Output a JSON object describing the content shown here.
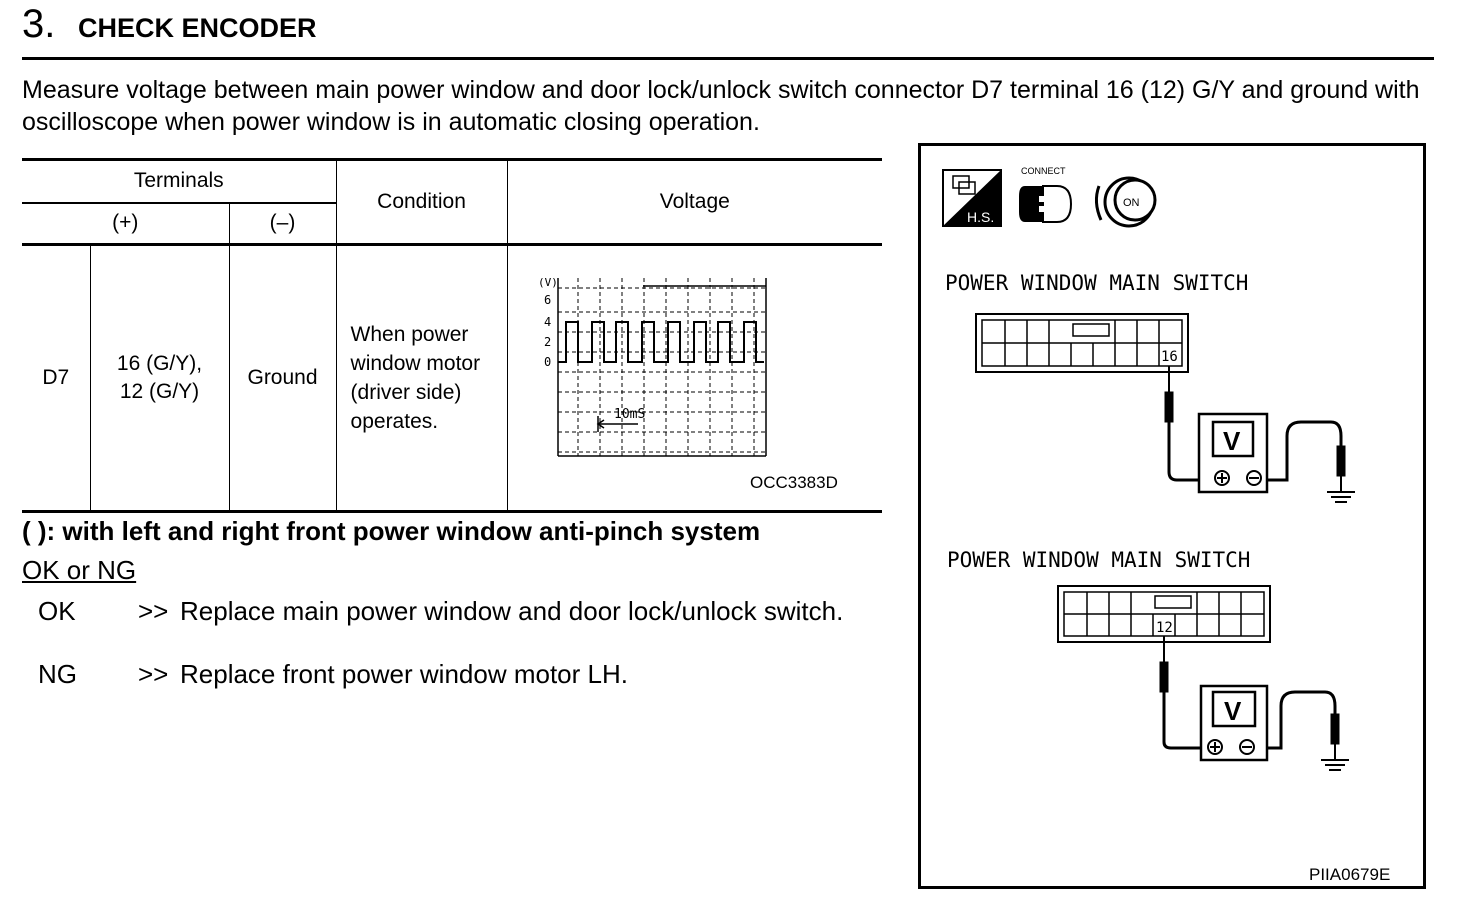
{
  "step": {
    "number": "3.",
    "title": "CHECK ENCODER"
  },
  "intro": "Measure voltage between main power window and door lock/unlock switch connector D7 terminal 16 (12) G/Y and ground with oscilloscope when power window is in automatic closing operation.",
  "table": {
    "header_terminals": "Terminals",
    "header_condition": "Condition",
    "header_voltage": "Voltage",
    "header_plus": "(+)",
    "header_minus": "(–)",
    "row": {
      "connector": "D7",
      "terminal_line1": "16 (G/Y),",
      "terminal_line2": "12 (G/Y)",
      "minus": "Ground",
      "condition": [
        "When power",
        "window motor",
        "(driver side)",
        "operates."
      ]
    },
    "scope": {
      "unit": "(V)",
      "ticks": [
        "6",
        "4",
        "2",
        "0"
      ],
      "time_label": "10mS",
      "figure_code": "OCC3383D"
    }
  },
  "note": "( ): with left and right front power window anti-pinch system",
  "result_heading": "OK or NG",
  "results": [
    {
      "label": "OK",
      "arrow": ">>",
      "text": "Replace main power window and door lock/unlock switch."
    },
    {
      "label": "NG",
      "arrow": ">>",
      "text": "Replace front power window motor LH."
    }
  ],
  "figure": {
    "icon_connect_label": "CONNECT",
    "icon_hs_label": "H.S.",
    "icon_on_label": "ON",
    "top_title": "POWER WINDOW MAIN SWITCH",
    "top_terminal": "16",
    "bottom_title": "POWER WINDOW MAIN SWITCH",
    "bottom_terminal": "12",
    "meter_label": "V",
    "figure_code": "PIIA0679E"
  }
}
